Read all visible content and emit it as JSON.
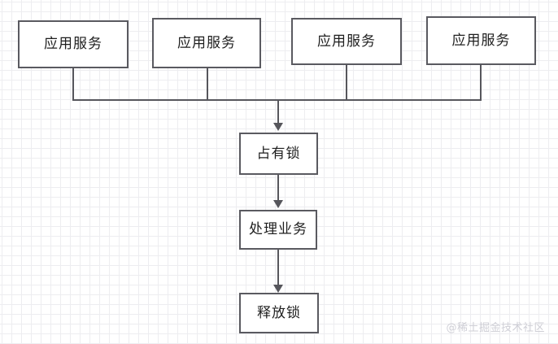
{
  "diagram": {
    "title": "distributed-lock-flow",
    "background": "#ffffff",
    "grid_color_minor": "#ededf0",
    "grid_color_major": "#e0e0e4",
    "node_border_color": "#5a5a60",
    "connector_color": "#56565c",
    "text_color": "#1e1e1e",
    "services": [
      {
        "label": "应用服务"
      },
      {
        "label": "应用服务"
      },
      {
        "label": "应用服务"
      },
      {
        "label": "应用服务"
      }
    ],
    "steps": [
      {
        "label": "占有锁"
      },
      {
        "label": "处理业务"
      },
      {
        "label": "释放锁"
      }
    ]
  },
  "watermark": {
    "text": "@稀土掘金技术社区"
  }
}
